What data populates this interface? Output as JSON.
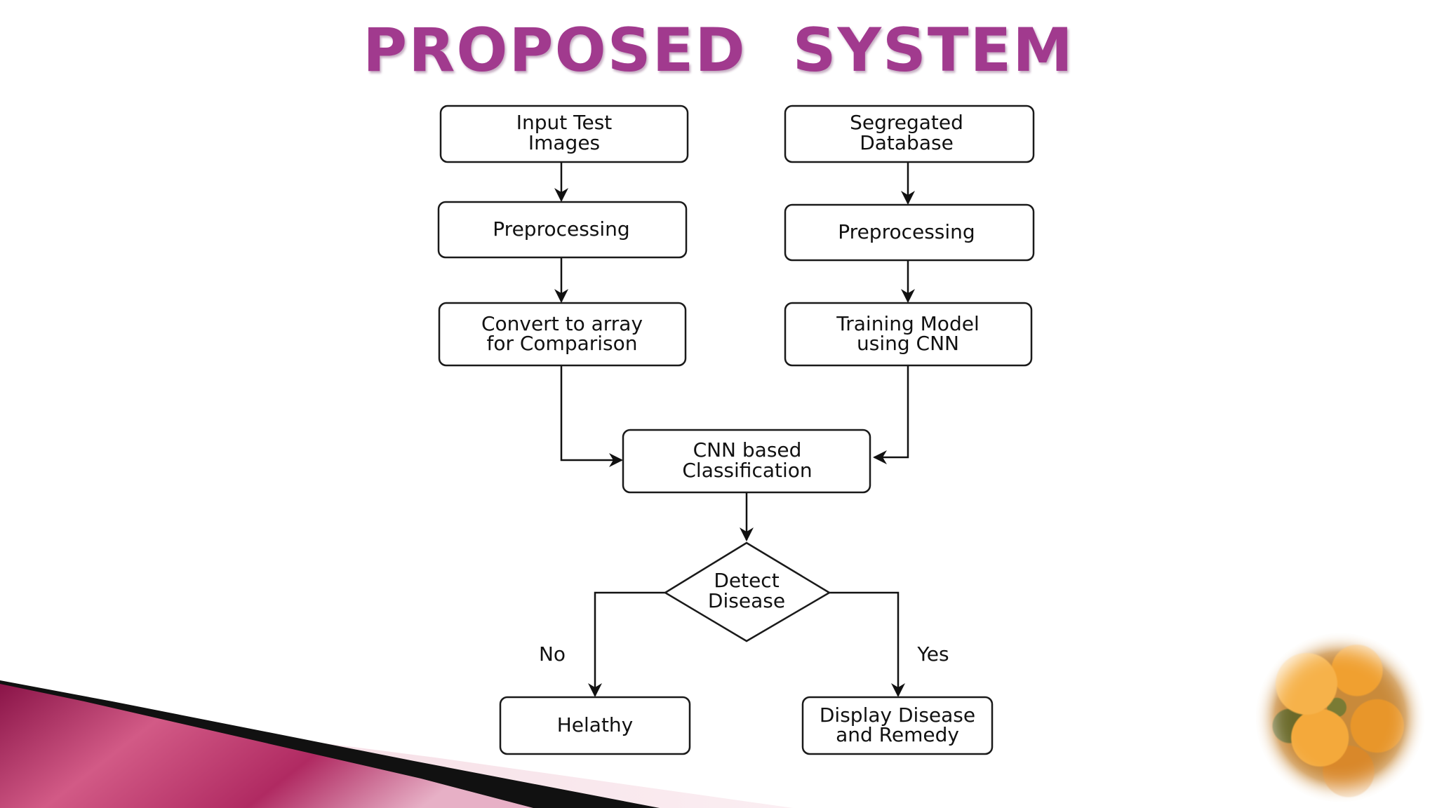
{
  "slide": {
    "title": "PROPOSED  SYSTEM"
  },
  "colors": {
    "title": "#a13a8e",
    "band_dark": "#8a1448",
    "band_light": "#d25a86"
  },
  "flowchart": {
    "nodes": {
      "input_test_images": {
        "line1": "Input Test",
        "line2": "Images"
      },
      "segregated_database": {
        "line1": "Segregated",
        "line2": "Database"
      },
      "preprocessing_left": {
        "line1": "Preprocessing"
      },
      "preprocessing_right": {
        "line1": "Preprocessing"
      },
      "convert_to_array": {
        "line1": "Convert to array",
        "line2": "for Comparison"
      },
      "training_model": {
        "line1": "Training Model",
        "line2": "using CNN"
      },
      "cnn_classification": {
        "line1": "CNN based",
        "line2": "Classification"
      },
      "detect_disease": {
        "line1": "Detect",
        "line2": "Disease"
      },
      "healthy": {
        "line1": "Helathy"
      },
      "display_disease": {
        "line1": "Display Disease",
        "line2": "and Remedy"
      }
    },
    "edge_labels": {
      "no": "No",
      "yes": "Yes"
    }
  },
  "decorations": {
    "fruit_photo": "fruit-image"
  }
}
